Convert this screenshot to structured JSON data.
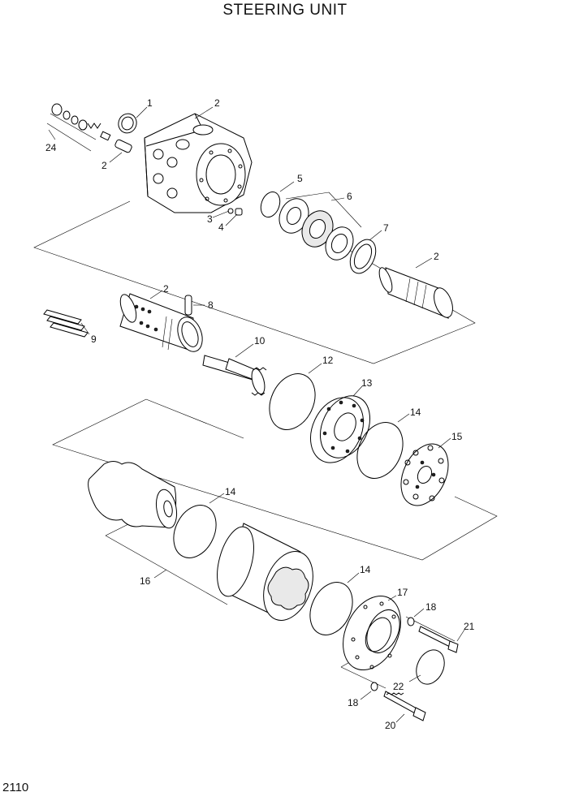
{
  "title": "STEERING UNIT",
  "page_number": "2110",
  "callouts": {
    "c1": "1",
    "c2a": "2",
    "c2b": "2",
    "c2c": "2",
    "c2d": "2",
    "c3": "3",
    "c4": "4",
    "c5": "5",
    "c6": "6",
    "c7": "7",
    "c8": "8",
    "c9": "9",
    "c10": "10",
    "c12": "12",
    "c13": "13",
    "c14a": "14",
    "c14b": "14",
    "c14c": "14",
    "c15": "15",
    "c16": "16",
    "c17": "17",
    "c18a": "18",
    "c18b": "18",
    "c20": "20",
    "c21": "21",
    "c22": "22",
    "c24": "24"
  }
}
